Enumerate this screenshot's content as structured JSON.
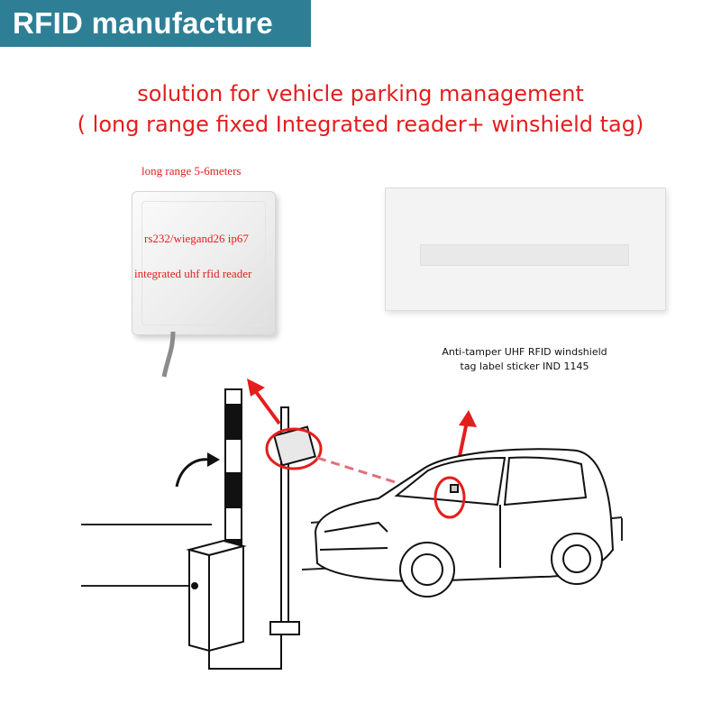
{
  "banner": {
    "title": "RFID manufacture"
  },
  "headline": {
    "line1": "solution for vehicle parking management",
    "line2": "( long range fixed Integrated reader+ winshield tag)"
  },
  "reader": {
    "range": "long range 5-6meters",
    "interface": "rs232/wiegand26 ip67",
    "name": "integrated uhf rfid reader"
  },
  "tag": {
    "caption_line1": "Anti-tamper UHF RFID windshield",
    "caption_line2": "tag label sticker IND 1145"
  },
  "colors": {
    "banner_bg": "#2e7f96",
    "accent_red": "#e41d1d"
  }
}
